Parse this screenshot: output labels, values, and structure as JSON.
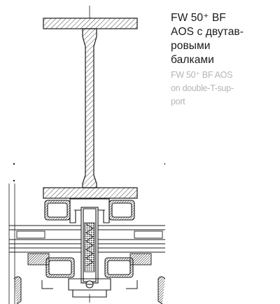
{
  "caption": {
    "ru_lines": [
      "FW 50⁺ BF",
      "AOS с двутав-",
      "ровыми",
      "балками"
    ],
    "en_lines": [
      "FW 50⁺ BF AOS",
      "on double-T-sup-",
      "port"
    ]
  },
  "colors": {
    "ink": "#1a1a1a",
    "caption_secondary": "#b5b5b5",
    "hatch_dark": "#3a3a3a"
  },
  "drawing": {
    "subject": "cross-section of mullion on I-beam (double-T) support with glazing units",
    "icon": "technical-section-drawing"
  }
}
